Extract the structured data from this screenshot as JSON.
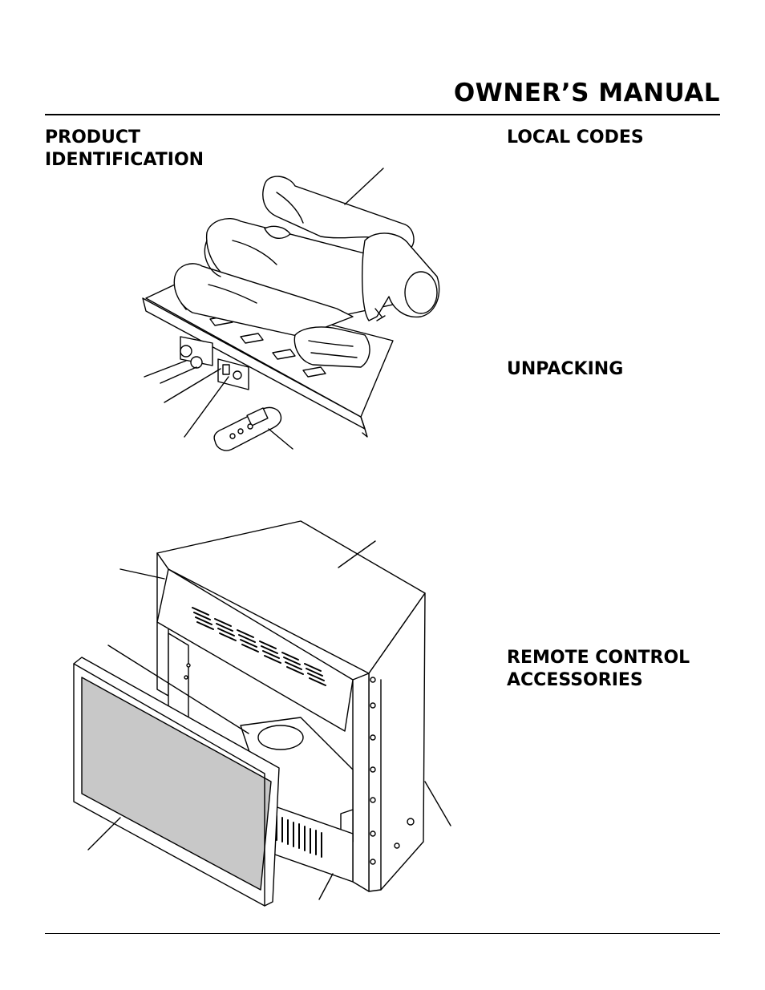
{
  "header": {
    "title": "OWNER’S MANUAL"
  },
  "sections": {
    "product_identification": {
      "line1": "PRODUCT",
      "line2": "IDENTIFICATION"
    },
    "local_codes": {
      "label": "LOCAL CODES"
    },
    "unpacking": {
      "label": "UNPACKING"
    },
    "remote_control_accessories": {
      "line1": "REMOTE CONTROL",
      "line2": "ACCESSORIES"
    }
  }
}
